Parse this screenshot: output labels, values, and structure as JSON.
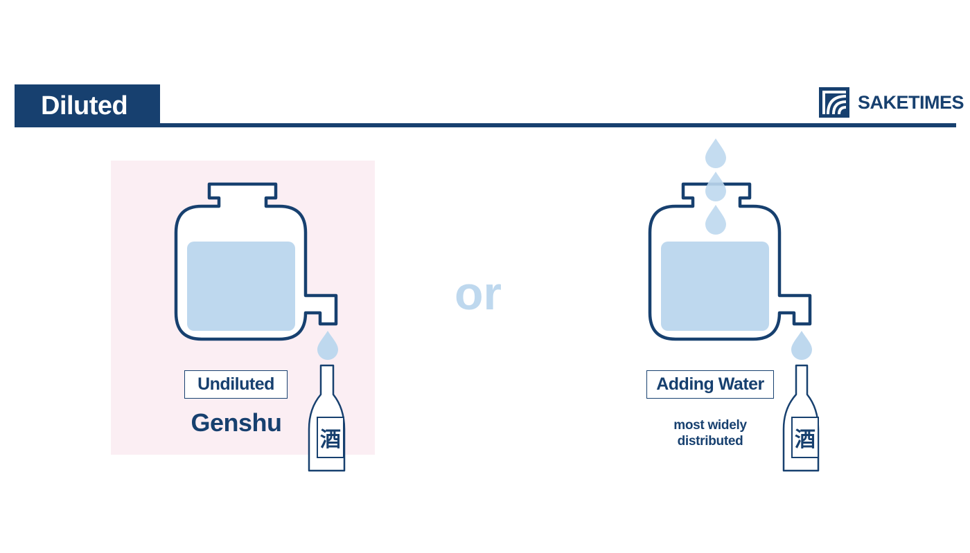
{
  "header": {
    "title": "Diluted",
    "brand": "SAKETIMES",
    "brand_logo_icon": "saketimes-logo-icon"
  },
  "left": {
    "label": "Undiluted",
    "name": "Genshu",
    "highlighted": true
  },
  "connector": "or",
  "right": {
    "label": "Adding Water",
    "note": "most widely distributed"
  },
  "bottle_label": "酒",
  "colors": {
    "navy": "#17406f",
    "light_blue": "#bed8ee",
    "highlight_pink": "#fbeef3",
    "white": "#ffffff"
  }
}
